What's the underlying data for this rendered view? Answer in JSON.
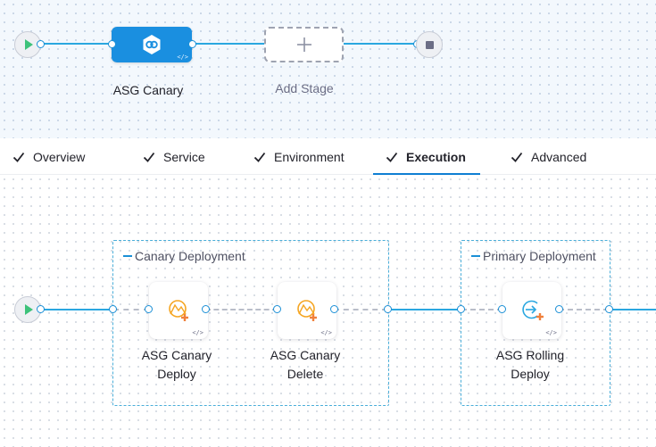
{
  "pipeline": {
    "stages": [
      {
        "label": "ASG Canary",
        "icon": "asg-stage-icon"
      }
    ],
    "add_stage": {
      "label": "Add Stage",
      "icon": "plus-icon"
    }
  },
  "tabs": [
    {
      "label": "Overview",
      "completed": true,
      "active": false
    },
    {
      "label": "Service",
      "completed": true,
      "active": false
    },
    {
      "label": "Environment",
      "completed": true,
      "active": false
    },
    {
      "label": "Execution",
      "completed": true,
      "active": true
    },
    {
      "label": "Advanced",
      "completed": true,
      "active": false
    }
  ],
  "execution": {
    "groups": [
      {
        "title": "Canary Deployment",
        "steps": [
          {
            "label_line1": "ASG Canary",
            "label_line2": "Deploy",
            "icon": "asg-canary-icon"
          },
          {
            "label_line1": "ASG Canary",
            "label_line2": "Delete",
            "icon": "asg-canary-icon"
          }
        ]
      },
      {
        "title": "Primary Deployment",
        "steps": [
          {
            "label_line1": "ASG Rolling",
            "label_line2": "Deploy",
            "icon": "asg-rolling-icon"
          }
        ]
      }
    ]
  },
  "colors": {
    "accent": "#1a8fe0",
    "connector": "#2aa7e0",
    "start_green": "#3dc27a",
    "canary_orange": "#f5a623"
  },
  "code_marker": "</>"
}
